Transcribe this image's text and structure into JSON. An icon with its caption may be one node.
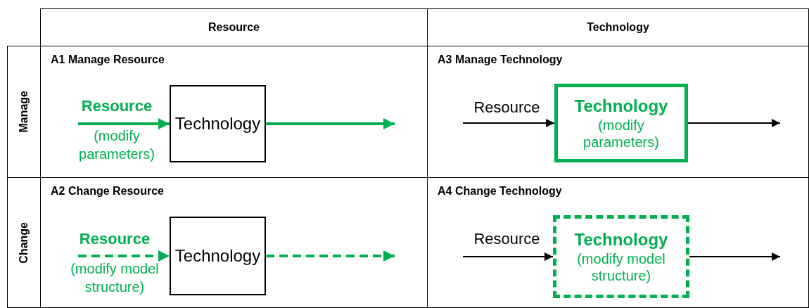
{
  "diagram": {
    "nodes": [
      {
        "text": [
          "A1 Manage Resource"
        ]
      },
      {
        "text": [
          "Technology"
        ],
        "in": 0
      },
      {
        "text": [
          "A3 Manage Technology"
        ]
      },
      {
        "text": [
          "Technology",
          "(modify parameters)"
        ],
        "in": 2
      },
      {
        "text": [
          "A2 Change Resource"
        ]
      },
      {
        "text": [
          "Technology"
        ],
        "in": 4
      },
      {
        "text": [
          "A4 Change Technology"
        ]
      },
      {
        "text": [
          "Technology",
          "(modify model structure)"
        ],
        "in": 6
      }
    ],
    "edges": [
      {
        "from": null,
        "to": 1,
        "arrow": "to",
        "label": "**Resource** (modify parameters)",
        "style": "thick",
        "color": "#00b050"
      },
      {
        "from": 1,
        "to": null,
        "arrow": "to",
        "style": "thick",
        "color": "#00b050"
      },
      {
        "from": null,
        "to": 3,
        "arrow": "to",
        "label": "Resource",
        "color": "#000000"
      },
      {
        "from": 3,
        "to": null,
        "arrow": "to",
        "color": "#000000"
      },
      {
        "from": null,
        "to": 5,
        "arrow": "to",
        "label": "**Resource** (modify model structure)",
        "style": "dashed",
        "color": "#00b050"
      },
      {
        "from": 5,
        "to": null,
        "arrow": "to",
        "style": "dashed",
        "color": "#00b050"
      },
      {
        "from": null,
        "to": 7,
        "arrow": "to",
        "label": "Resource",
        "color": "#000000"
      },
      {
        "from": 7,
        "to": null,
        "arrow": "to",
        "color": "#000000"
      }
    ],
    "labels": [
      "Resource",
      "Technology",
      "Manage",
      "Change"
    ]
  }
}
